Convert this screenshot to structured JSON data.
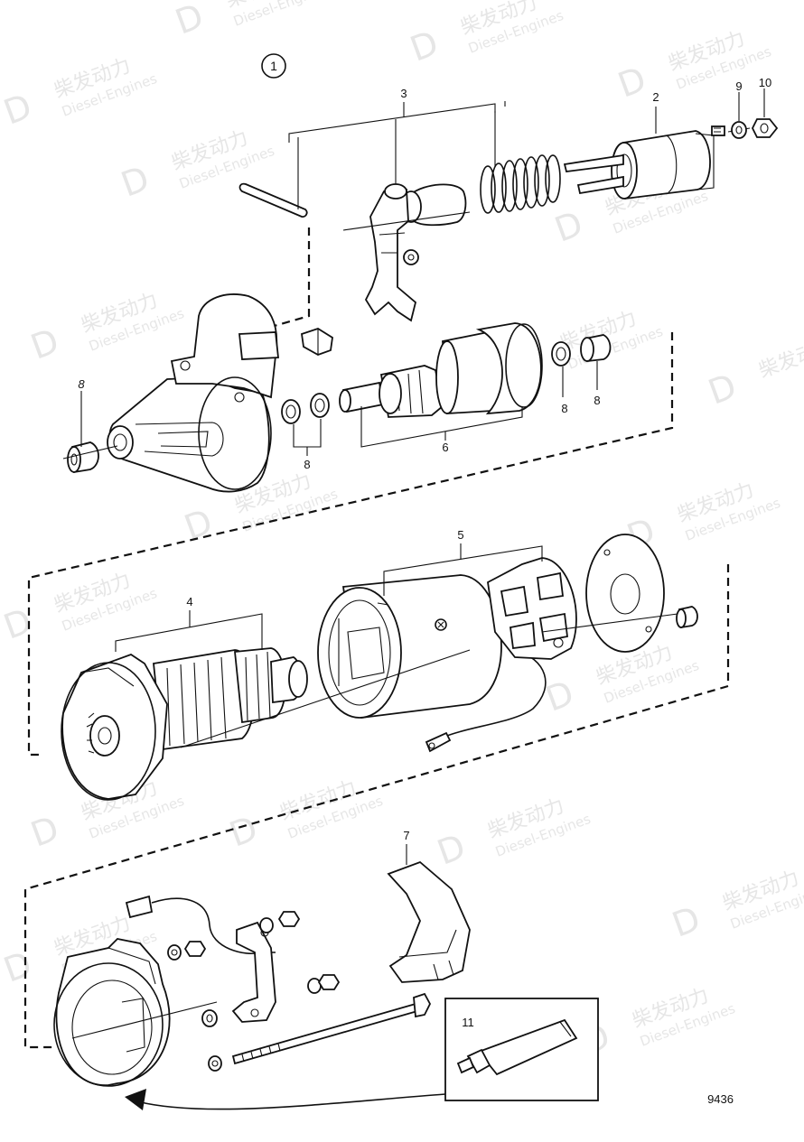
{
  "diagram": {
    "group_marker": "1",
    "drawing_number": "9436",
    "callouts": {
      "c2": "2",
      "c3": "3",
      "c4": "4",
      "c5": "5",
      "c6": "6",
      "c7": "7",
      "c8a": "8",
      "c8b": "8",
      "c8c": "8",
      "c8d": "8",
      "c9": "9",
      "c10": "10",
      "c11": "11"
    }
  },
  "watermark": {
    "brand_cn": "柴发动力",
    "brand_en": "Diesel-Engines"
  }
}
